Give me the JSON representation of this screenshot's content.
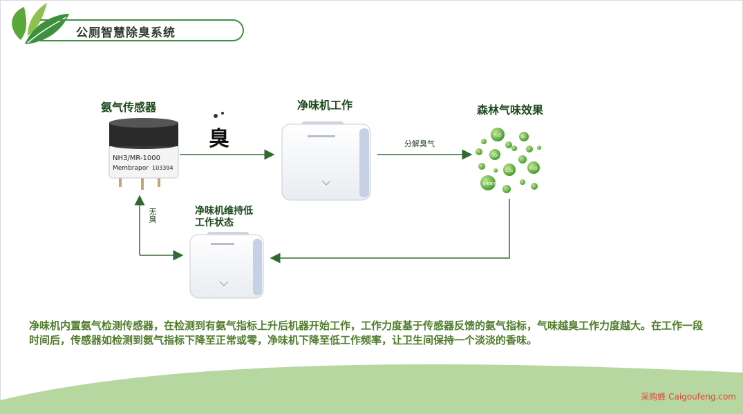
{
  "header": {
    "title": "公厕智慧除臭系统"
  },
  "nodes": {
    "sensor": {
      "label": "氨气传感器",
      "model": "NH3/MR-1000",
      "brand": "Membrapor",
      "serial": "103394"
    },
    "odor_glyph": "臭",
    "purifier_working": {
      "label": "净味机工作"
    },
    "forest": {
      "label": "森林气味效果",
      "molecules": [
        "H₂O",
        "N₂",
        "CO₂",
        "CO₂",
        "H₂O",
        "负氧离子"
      ]
    },
    "purifier_low": {
      "label_line1": "净味机维持低",
      "label_line2": "工作状态"
    }
  },
  "edges": {
    "decompose": "分解臭气",
    "odorless": "无臭"
  },
  "description": "净味机内置氨气检测传感器，在检测到有氨气指标上升后机器开始工作，工作力度基于传感器反馈的氨气指标，气味越臭工作力度越大。在工作一段时间后，传感器如检测到氨气指标下降至正常或零，净味机下降至低工作频率，让卫生间保持一个淡淡的香味。",
  "footer": {
    "watermark": "采购蜂 Caigoufeng.com"
  },
  "colors": {
    "accent": "#3e8f3e",
    "leaf": "#5aa83a",
    "arrow": "#2e6b2e",
    "description": "#4e7d2a",
    "watermark": "#e0433a",
    "bottom_wave": "#b7d7a0"
  }
}
